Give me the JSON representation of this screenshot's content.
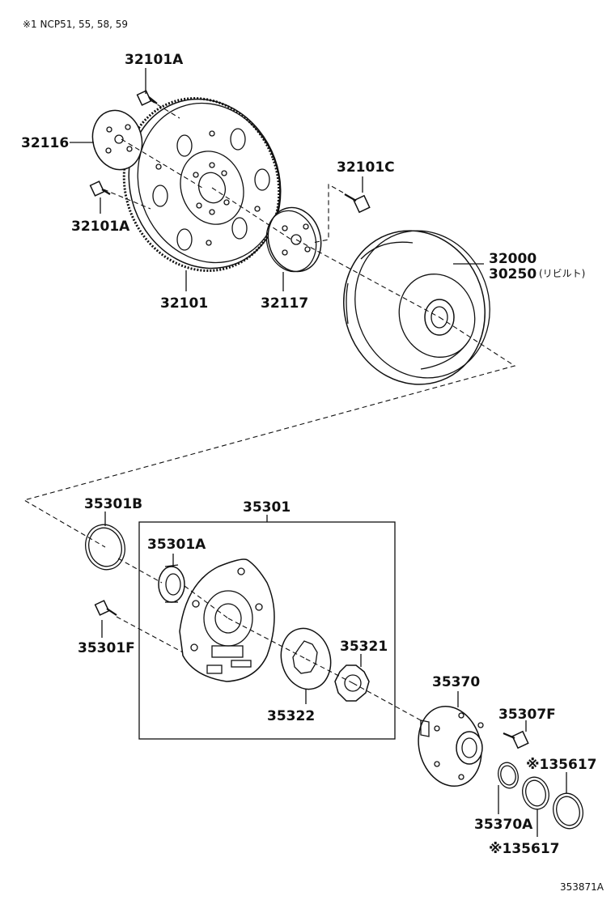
{
  "header_note": "※1 NCP51, 55, 58, 59",
  "diagram_id": "353871A",
  "parts": {
    "p32101A_top": "32101A",
    "p32116": "32116",
    "p32101A_bottom": "32101A",
    "p32101": "32101",
    "p32117": "32117",
    "p32101C": "32101C",
    "p32000": "32000",
    "p30250": "30250",
    "p30250_note": "(リビルト)",
    "p35301B": "35301B",
    "p35301": "35301",
    "p35301A": "35301A",
    "p35301F": "35301F",
    "p35321": "35321",
    "p35322": "35322",
    "p35370": "35370",
    "p35307F": "35307F",
    "p135617_a": "※135617",
    "p35370A": "35370A",
    "p135617_b": "※135617"
  }
}
